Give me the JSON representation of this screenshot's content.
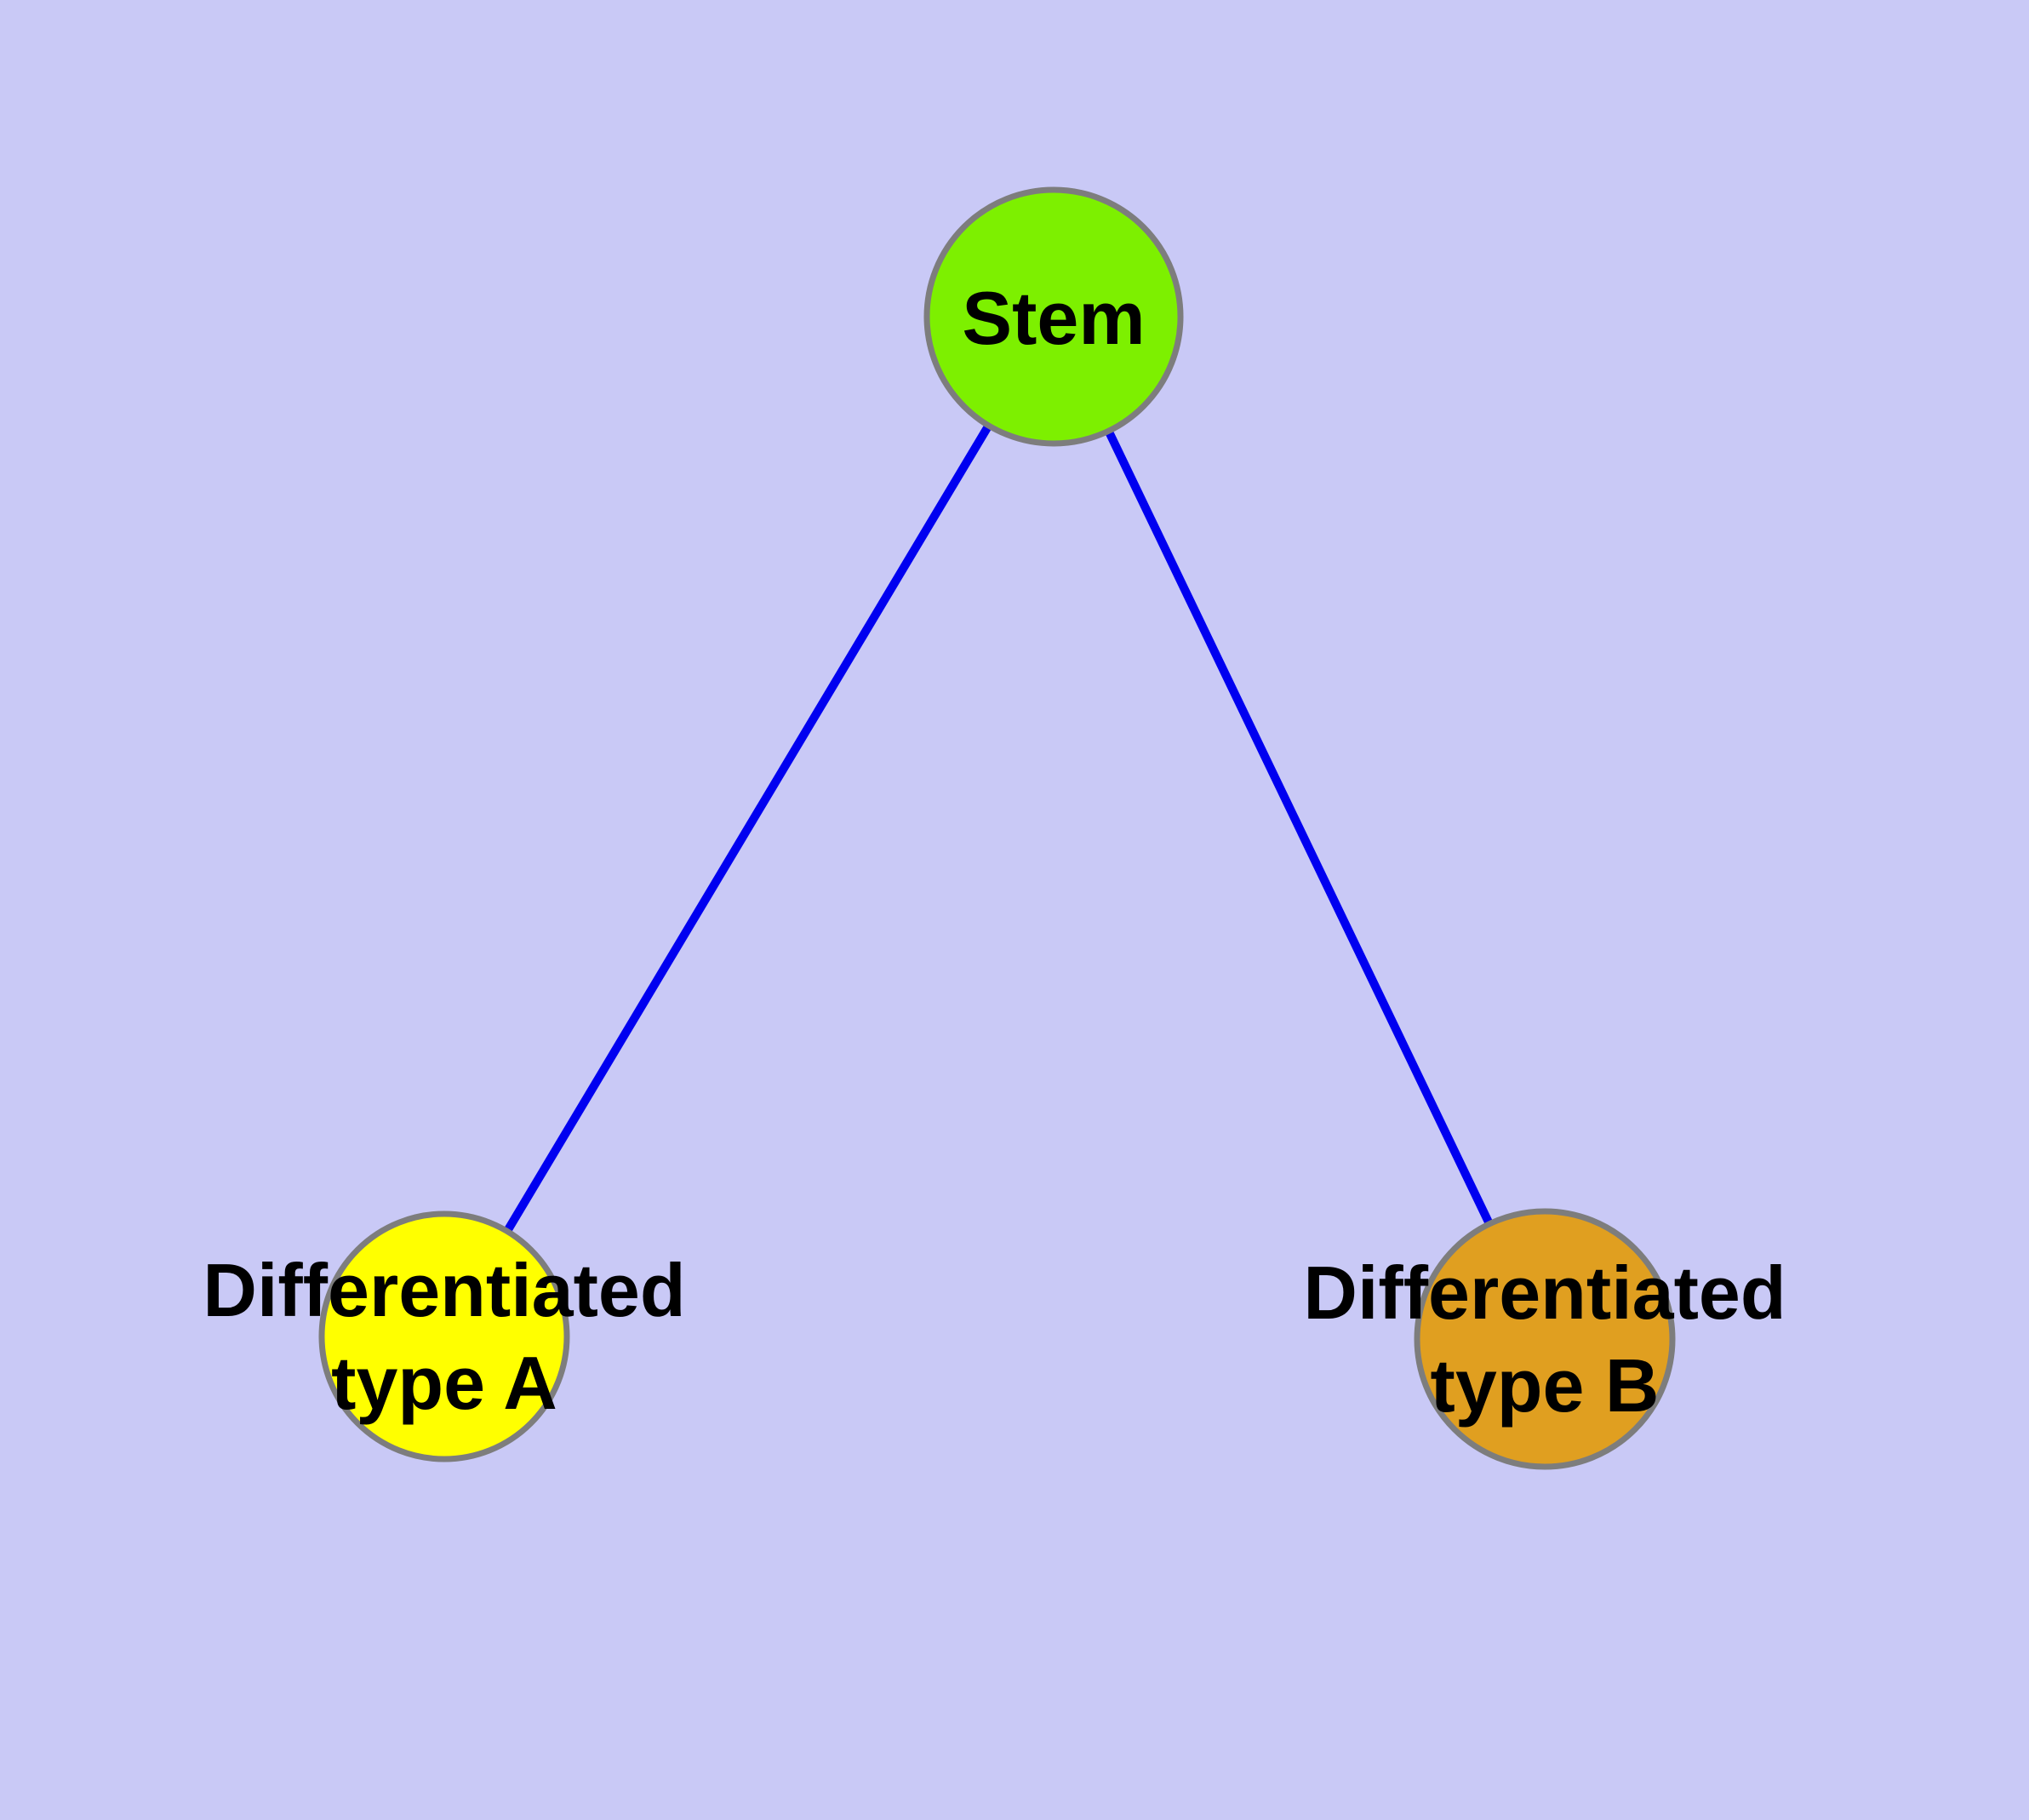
{
  "figure": {
    "type": "graph-diagram",
    "description": "Stem cell differentiation diagram: one stem node linked to two differentiated cell type nodes",
    "colors": {
      "background": "#C9C9F6",
      "edge": "#0000F0",
      "node_border": "#7D7D7D",
      "label_text": "#000000"
    },
    "nodes": [
      {
        "id": "stem",
        "label_lines": [
          "Stem"
        ],
        "fill": "#7DF000"
      },
      {
        "id": "differentiated-type-a",
        "label_lines": [
          "Differentiated",
          "type A"
        ],
        "fill": "#FFFF00"
      },
      {
        "id": "differentiated-type-b",
        "label_lines": [
          "Differentiated",
          "type B"
        ],
        "fill": "#E09F20"
      }
    ],
    "edges": [
      {
        "from": "stem",
        "to": "differentiated-type-a"
      },
      {
        "from": "stem",
        "to": "differentiated-type-b"
      }
    ]
  }
}
